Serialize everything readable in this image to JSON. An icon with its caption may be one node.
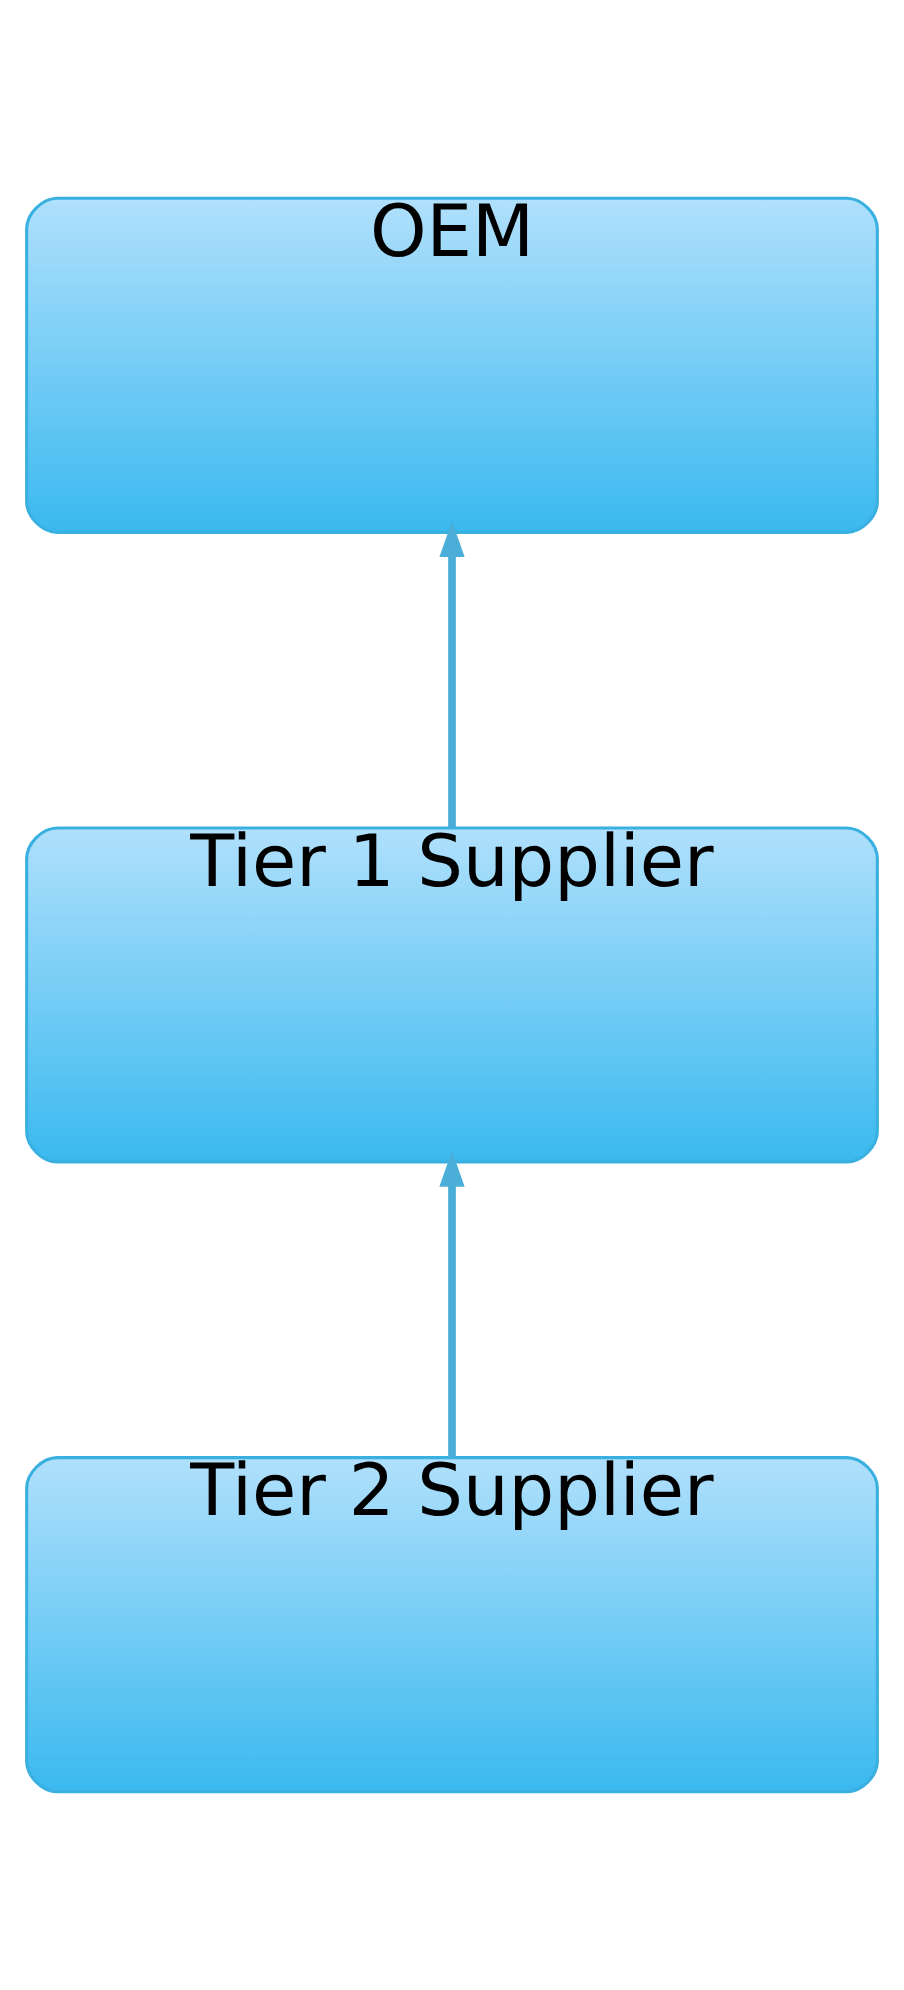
{
  "diagram": {
    "nodes": [
      {
        "text": [
          "OEM"
        ]
      },
      {
        "text": [
          "Tier 1 Supplier"
        ]
      },
      {
        "text": [
          "Tier 2 Supplier"
        ]
      }
    ],
    "edges": [
      {
        "from": 2,
        "to": 1,
        "arrow": "to"
      },
      {
        "from": 1,
        "to": 0,
        "arrow": "to"
      }
    ]
  }
}
